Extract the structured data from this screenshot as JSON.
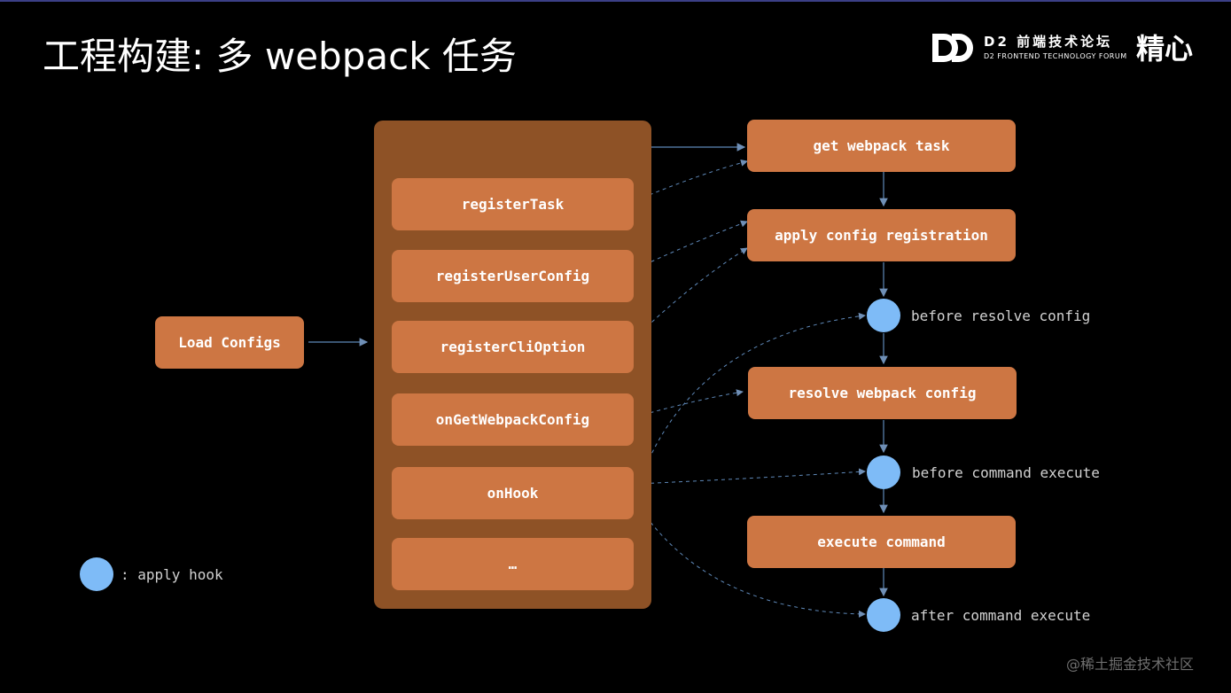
{
  "title": "工程构建: 多 webpack 任务",
  "brand": {
    "name_cn": "D2 前端技术论坛",
    "name_en": "D2 FRONTEND TECHNOLOGY FORUM",
    "partner": "精心"
  },
  "load_configs": "Load Configs",
  "api_list": [
    "registerTask",
    "registerUserConfig",
    "registerCliOption",
    "onGetWebpackConfig",
    "onHook",
    "…"
  ],
  "steps": [
    "get webpack task",
    "apply config registration",
    "resolve webpack config",
    "execute command"
  ],
  "hooks": [
    "before resolve config",
    "before command execute",
    "after command execute"
  ],
  "legend": {
    "label": ": apply hook"
  },
  "watermark": "@稀土掘金技术社区",
  "colors": {
    "node": "#cd7643",
    "panel": "#8e5226",
    "hook": "#7ebbf7",
    "background": "#000000"
  }
}
